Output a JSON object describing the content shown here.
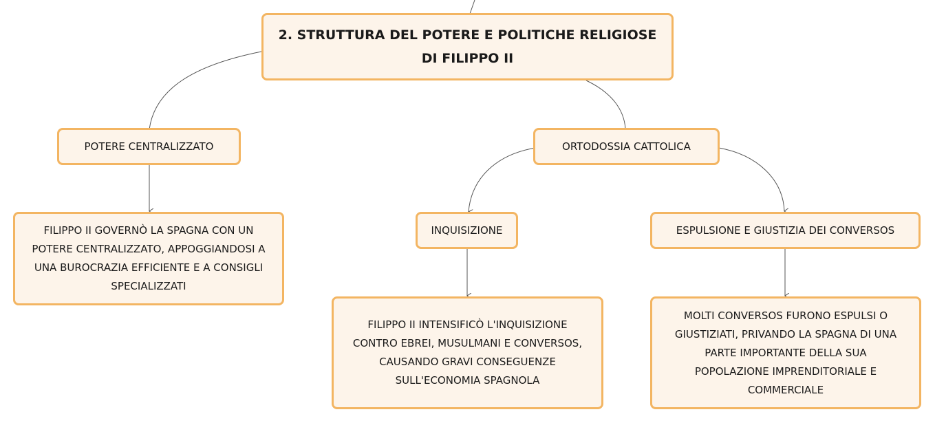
{
  "colors": {
    "node_fill": "#fdf4ea",
    "node_border": "#f3b562",
    "link": "#555555"
  },
  "root": {
    "line1": "2. STRUTTURA DEL POTERE E POLITICHE RELIGIOSE",
    "line2": "DI FILIPPO II"
  },
  "branches": {
    "potere": "POTERE CENTRALIZZATO",
    "ortodossia": "ORTODOSSIA CATTOLICA",
    "inquisizione": "INQUISIZIONE",
    "espulsione": "ESPULSIONE E GIUSTIZIA DEI CONVERSOS"
  },
  "details": {
    "potere": [
      "FILIPPO II GOVERNÒ LA SPAGNA CON UN",
      "POTERE CENTRALIZZATO, APPOGGIANDOSI A",
      "UNA BUROCRAZIA EFFICIENTE E A CONSIGLI",
      "SPECIALIZZATI"
    ],
    "inquisizione": [
      "FILIPPO II INTENSIFICÒ L'INQUISIZIONE",
      "CONTRO EBREI, MUSULMANI E CONVERSOS,",
      "CAUSANDO GRAVI CONSEGUENZE",
      "SULL'ECONOMIA SPAGNOLA"
    ],
    "espulsione": [
      "MOLTI CONVERSOS FURONO ESPULSI O",
      "GIUSTIZIATI, PRIVANDO LA SPAGNA DI UNA",
      "PARTE IMPORTANTE DELLA SUA",
      "POPOLAZIONE IMPRENDITORIALE E",
      "COMMERCIALE"
    ]
  }
}
